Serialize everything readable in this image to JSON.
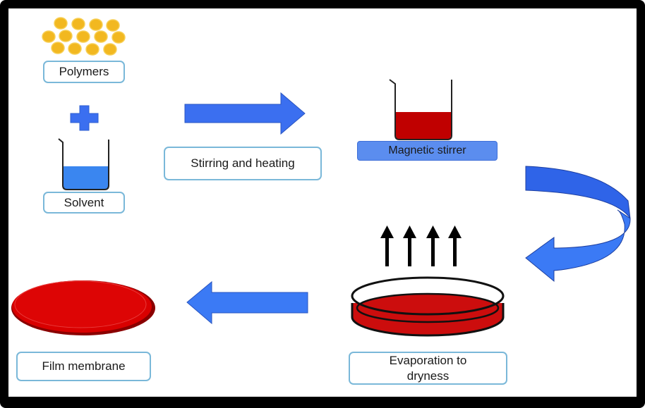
{
  "diagram": {
    "title": "Solvent casting process",
    "steps": {
      "polymers": "Polymers",
      "solvent": "Solvent",
      "stirring": "Stirring and heating",
      "stirrer": "Magnetic stirrer",
      "evaporation_line1": "Evaporation to",
      "evaporation_line2": "dryness",
      "film": "Film membrane"
    },
    "icons": [
      "polymer-beads-icon",
      "plus-icon",
      "beaker-solvent-icon",
      "arrow-right-icon",
      "beaker-solution-icon",
      "curved-arrow-icon",
      "evaporation-arrows-icon",
      "petri-dish-icon",
      "arrow-left-icon",
      "film-membrane-icon"
    ],
    "colors": {
      "frame": "#000000",
      "polymer": "#f2b820",
      "arrow_blue": "#3b6ff0",
      "solvent_blue": "#3a86f0",
      "solution_red": "#c00000",
      "film_red": "#d90000",
      "label_border": "#7ab8d9",
      "stirrer_fill": "#5b8def"
    }
  }
}
